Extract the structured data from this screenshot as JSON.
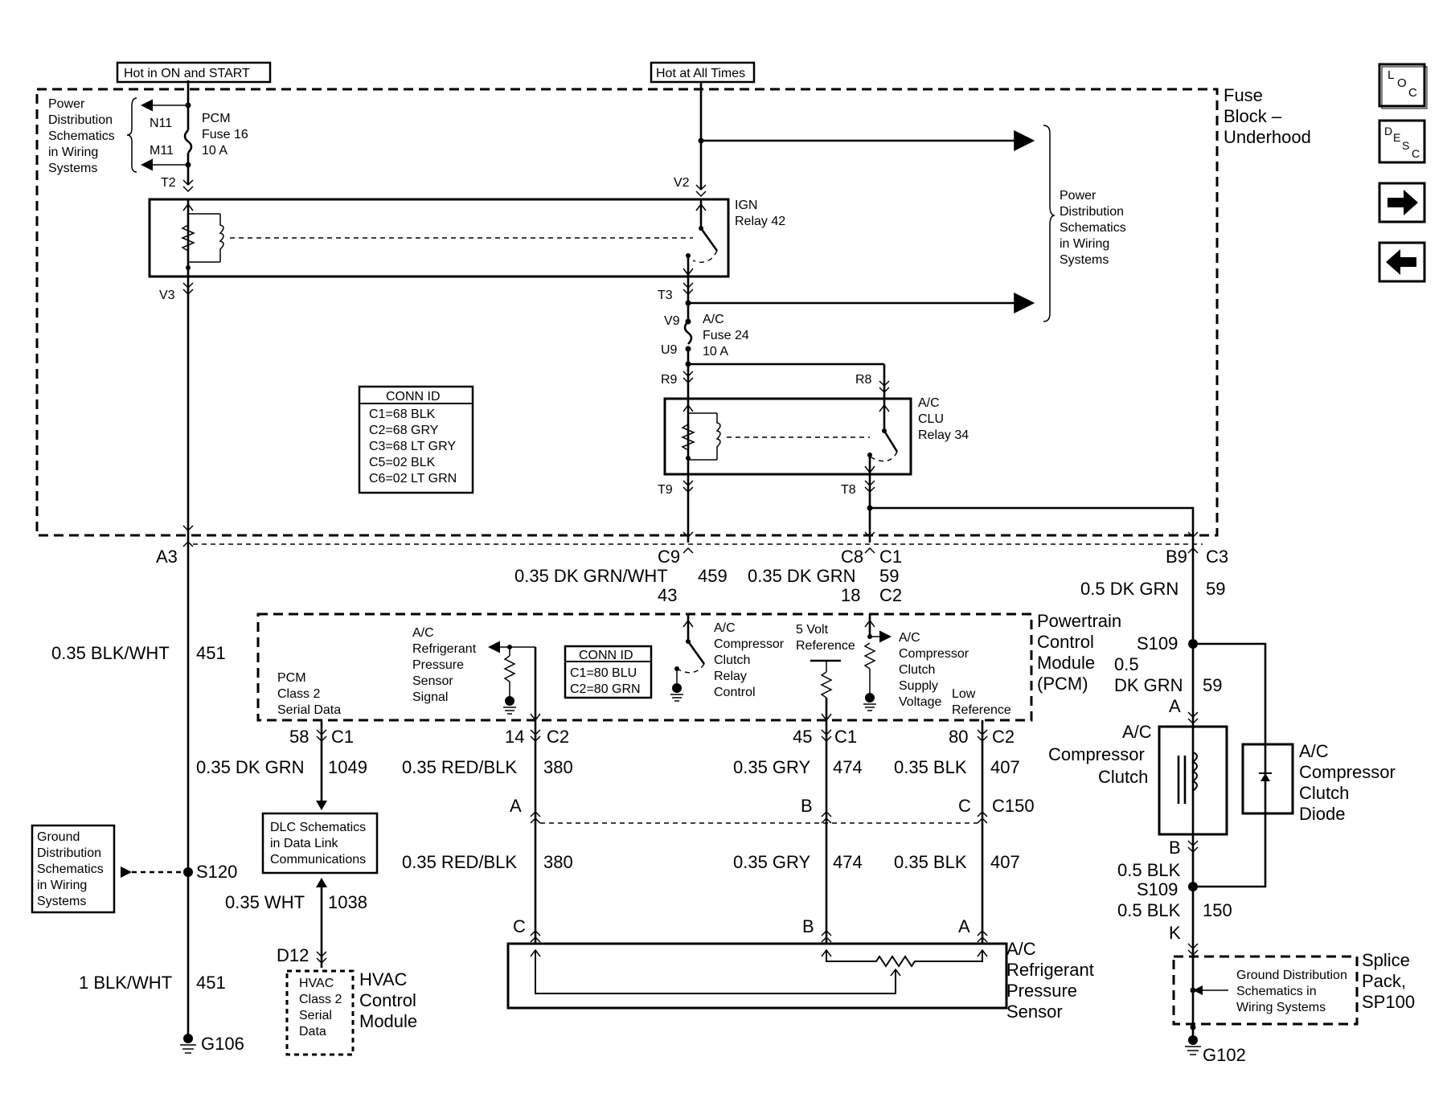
{
  "header": {
    "hot_run": "Hot in ON and START",
    "hot_all": "Hot at All Times"
  },
  "fuse_block": {
    "l1": "Fuse",
    "l2": "Block –",
    "l3": "Underhood"
  },
  "pwr_dist_left": [
    "Power",
    "Distribution",
    "Schematics",
    "in Wiring",
    "Systems"
  ],
  "pwr_dist_right": [
    "Power",
    "Distribution",
    "Schematics",
    "in Wiring",
    "Systems"
  ],
  "pcm_fuse": {
    "l1": "PCM",
    "l2": "Fuse 16",
    "l3": "10 A",
    "n11": "N11",
    "m11": "M11",
    "t2": "T2"
  },
  "ign_relay": {
    "l1": "IGN",
    "l2": "Relay 42",
    "v2": "V2",
    "v3": "V3",
    "t3": "T3"
  },
  "ac_fuse": {
    "l1": "A/C",
    "l2": "Fuse 24",
    "l3": "10 A",
    "v9": "V9",
    "u9": "U9"
  },
  "clu_relay": {
    "l1": "A/C",
    "l2": "CLU",
    "l3": "Relay 34",
    "r9": "R9",
    "r8": "R8",
    "t9": "T9",
    "t8": "T8"
  },
  "conn_id_1": {
    "title": "CONN ID",
    "rows": [
      "C1=68 BLK",
      "C2=68 GRY",
      "C3=68 LT GRY",
      "C5=02 BLK",
      "C6=02 LT GRN"
    ]
  },
  "conn_id_2": {
    "title": "CONN ID",
    "rows": [
      "C1=80 BLU",
      "C2=80 GRN"
    ]
  },
  "connectors": {
    "a3": "A3",
    "c9": "C9",
    "c9_wire": "0.35 DK GRN/WHT",
    "c9_circ": "459",
    "c9_pin": "43",
    "c8": "C8",
    "c8_wire": "0.35 DK GRN",
    "c8_circ": "59",
    "c8_pin": "18",
    "c1": "C1",
    "c2": "C2",
    "b9": "B9",
    "c3": "C3",
    "b9_wire": "0.5 DK GRN",
    "b9_circ": "59"
  },
  "pcm": {
    "l1": "Powertrain",
    "l2": "Control",
    "l3": "Module",
    "l4": "(PCM)",
    "class2": [
      "PCM",
      "Class 2",
      "Serial Data"
    ],
    "refsig": [
      "A/C",
      "Refrigerant",
      "Pressure",
      "Sensor",
      "Signal"
    ],
    "relayctl": [
      "A/C",
      "Compressor",
      "Clutch",
      "Relay",
      "Control"
    ],
    "fivev": [
      "5 Volt",
      "Reference"
    ],
    "supply": [
      "A/C",
      "Compressor",
      "Clutch",
      "Supply",
      "Voltage"
    ],
    "lowref": [
      "Low",
      "Reference"
    ]
  },
  "left_wires": {
    "w451": "0.35 BLK/WHT",
    "c451": "451",
    "s120": "S120",
    "w451b": "1 BLK/WHT",
    "c451b": "451",
    "g106": "G106"
  },
  "ground_dist_left": [
    "Ground",
    "Distribution",
    "Schematics",
    "in Wiring",
    "Systems"
  ],
  "pins_pcm": {
    "p58": "58",
    "p58c": "C1",
    "w1049": "0.35 DK GRN",
    "c1049": "1049",
    "p14": "14",
    "p14c": "C2",
    "w380": "0.35 RED/BLK",
    "c380": "380",
    "p45": "45",
    "p45c": "C1",
    "w474": "0.35 GRY",
    "c474": "474",
    "p80": "80",
    "p80c": "C2",
    "w407": "0.35 BLK",
    "c407": "407"
  },
  "dlc": [
    "DLC Schematics",
    "in Data Link",
    "Communications"
  ],
  "hvac": {
    "w1038": "0.35 WHT",
    "c1038": "1038",
    "d12": "D12",
    "inner": [
      "HVAC",
      "Class 2",
      "Serial",
      "Data"
    ],
    "outer": [
      "HVAC",
      "Control",
      "Module"
    ]
  },
  "c150": {
    "a": "A",
    "b": "B",
    "c": "C",
    "label": "C150"
  },
  "lower_wires": {
    "w380": "0.35 RED/BLK",
    "c380": "380",
    "w474": "0.35 GRY",
    "c474": "474",
    "w407": "0.35 BLK",
    "c407": "407"
  },
  "sensor": {
    "c": "C",
    "b": "B",
    "a": "A",
    "label": [
      "A/C",
      "Refrigerant",
      "Pressure",
      "Sensor"
    ]
  },
  "clutch": {
    "s109a": "S109",
    "w05": "0.5",
    "wdk": "DK GRN",
    "c59": "59",
    "a": "A",
    "label": [
      "A/C",
      "Compressor",
      "Clutch"
    ],
    "diode": [
      "A/C",
      "Compressor",
      "Clutch",
      "Diode"
    ],
    "b": "B",
    "w05blk": "0.5 BLK",
    "s109b": "S109",
    "w05blk2": "0.5 BLK",
    "c150": "150",
    "k": "K"
  },
  "splice": {
    "gd": [
      "Ground Distribution",
      "Schematics in",
      "Wiring Systems"
    ],
    "label": [
      "Splice",
      "Pack,",
      "SP100"
    ],
    "g102": "G102"
  },
  "nav": {
    "loc": "LOC",
    "desc": "DESC"
  }
}
